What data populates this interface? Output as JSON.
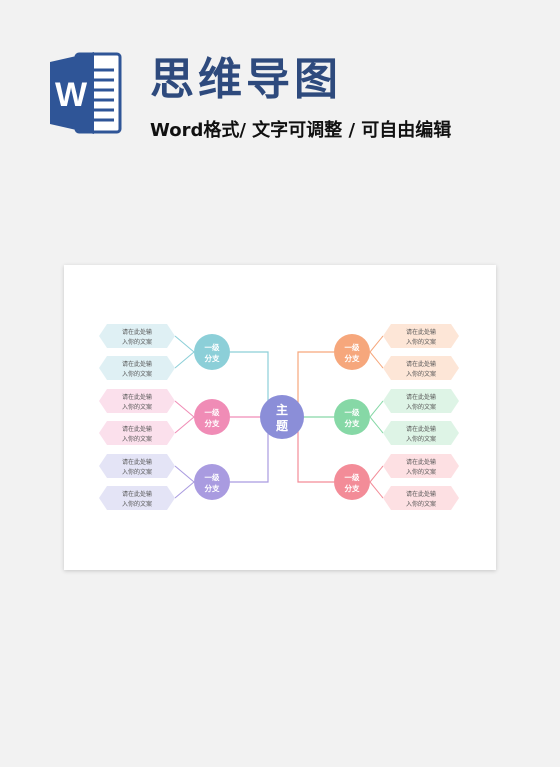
{
  "header": {
    "title": "思维导图",
    "subtitle": "Word格式/ 文字可调整 / 可自由编辑",
    "logo_letter": "W"
  },
  "mindmap": {
    "center": {
      "line1": "主",
      "line2": "题",
      "color": "#8b8ed8"
    },
    "branches": [
      {
        "side": "left",
        "line1": "一级",
        "line2": "分支",
        "color": "#8ccfd8",
        "leaf_fill": "#dff0f4",
        "leaves": [
          [
            "请在此处输",
            "入你的文案"
          ],
          [
            "请在此处输",
            "入你的文案"
          ]
        ]
      },
      {
        "side": "left",
        "line1": "一级",
        "line2": "分支",
        "color": "#f08cb6",
        "leaf_fill": "#fbe0ec",
        "leaves": [
          [
            "请在此处输",
            "入你的文案"
          ],
          [
            "请在此处输",
            "入你的文案"
          ]
        ]
      },
      {
        "side": "left",
        "line1": "一级",
        "line2": "分支",
        "color": "#a99be0",
        "leaf_fill": "#e4e4f6",
        "leaves": [
          [
            "请在此处输",
            "入你的文案"
          ],
          [
            "请在此处输",
            "入你的文案"
          ]
        ]
      },
      {
        "side": "right",
        "line1": "一级",
        "line2": "分支",
        "color": "#f6a77c",
        "leaf_fill": "#fde6d7",
        "leaves": [
          [
            "请在此处输",
            "入你的文案"
          ],
          [
            "请在此处输",
            "入你的文案"
          ]
        ]
      },
      {
        "side": "right",
        "line1": "一级",
        "line2": "分支",
        "color": "#86d8a6",
        "leaf_fill": "#def4e6",
        "leaves": [
          [
            "请在此处输",
            "入你的文案"
          ],
          [
            "请在此处输",
            "入你的文案"
          ]
        ]
      },
      {
        "side": "right",
        "line1": "一级",
        "line2": "分支",
        "color": "#f38c98",
        "leaf_fill": "#fde0e3",
        "leaves": [
          [
            "请在此处输",
            "入你的文案"
          ],
          [
            "请在此处输",
            "入你的文案"
          ]
        ]
      }
    ]
  }
}
